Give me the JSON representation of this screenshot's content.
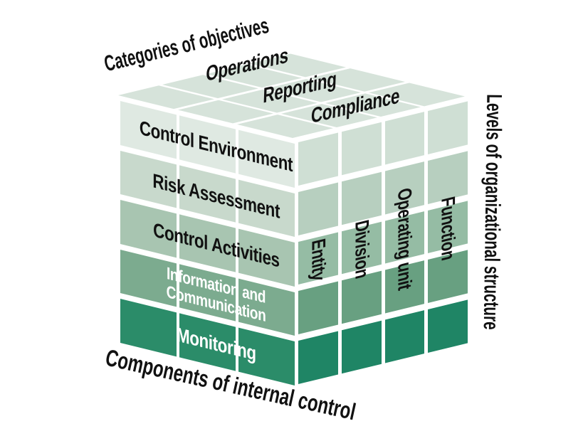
{
  "axes": {
    "categories": "Categories of objectives",
    "components": "Components of internal control",
    "levels": "Levels of organizational structure"
  },
  "objectives": [
    "Operations",
    "Reporting",
    "Compliance"
  ],
  "components": [
    "Control Environment",
    "Risk Assessment",
    "Control Activities",
    "Information and Communication",
    "Monitoring"
  ],
  "levels": [
    "Entity",
    "Division",
    "Operating unit",
    "Function"
  ],
  "colors": {
    "paper": "#ffffff",
    "ink": "#111111",
    "label_light": "#ffffff",
    "top_cell": "#d6e3da",
    "front1": "#dfe9e2",
    "front2": "#c8d9cc",
    "front3": "#a8c5b1",
    "front4": "#7cab8f",
    "front5": "#2b8c69",
    "right1": "#cfdfd4",
    "right2": "#b7cfbf",
    "right3": "#95bca4",
    "right4": "#68a081",
    "right5": "#1f8565"
  }
}
